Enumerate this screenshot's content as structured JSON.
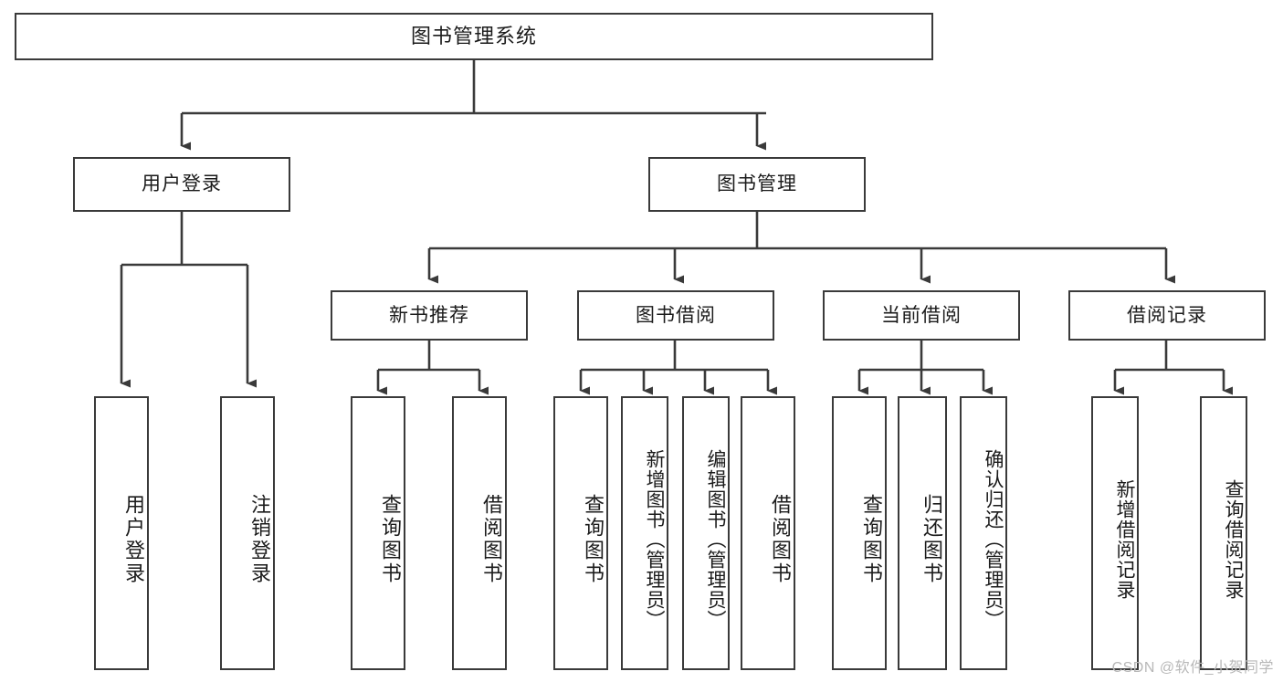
{
  "diagram": {
    "title": "图书管理系统",
    "watermark": "CSDN @软件_小贺同学",
    "stroke_color": "#3a3a3a",
    "text_color": "#1b1b1b",
    "background_color": "#ffffff",
    "type": "tree-hierarchy-functional-decomposition",
    "root": {
      "label": "图书管理系统"
    },
    "level2": [
      {
        "label": "用户登录"
      },
      {
        "label": "图书管理"
      }
    ],
    "level3": [
      {
        "label": "新书推荐"
      },
      {
        "label": "图书借阅"
      },
      {
        "label": "当前借阅"
      },
      {
        "label": "借阅记录"
      }
    ],
    "leaves": {
      "user_login": [
        {
          "label": "用户登录"
        },
        {
          "label": "注销登录"
        }
      ],
      "new_book_recommend": [
        {
          "label": "查询图书"
        },
        {
          "label": "借阅图书"
        }
      ],
      "book_borrow": [
        {
          "label": "查询图书"
        },
        {
          "label": "新增图书（管理员）"
        },
        {
          "label": "编辑图书（管理员）"
        },
        {
          "label": "借阅图书"
        }
      ],
      "current_borrow": [
        {
          "label": "查询图书"
        },
        {
          "label": "归还图书"
        },
        {
          "label": "确认归还（管理员）"
        }
      ],
      "borrow_record": [
        {
          "label": "新增借阅记录"
        },
        {
          "label": "查询借阅记录"
        }
      ]
    }
  }
}
